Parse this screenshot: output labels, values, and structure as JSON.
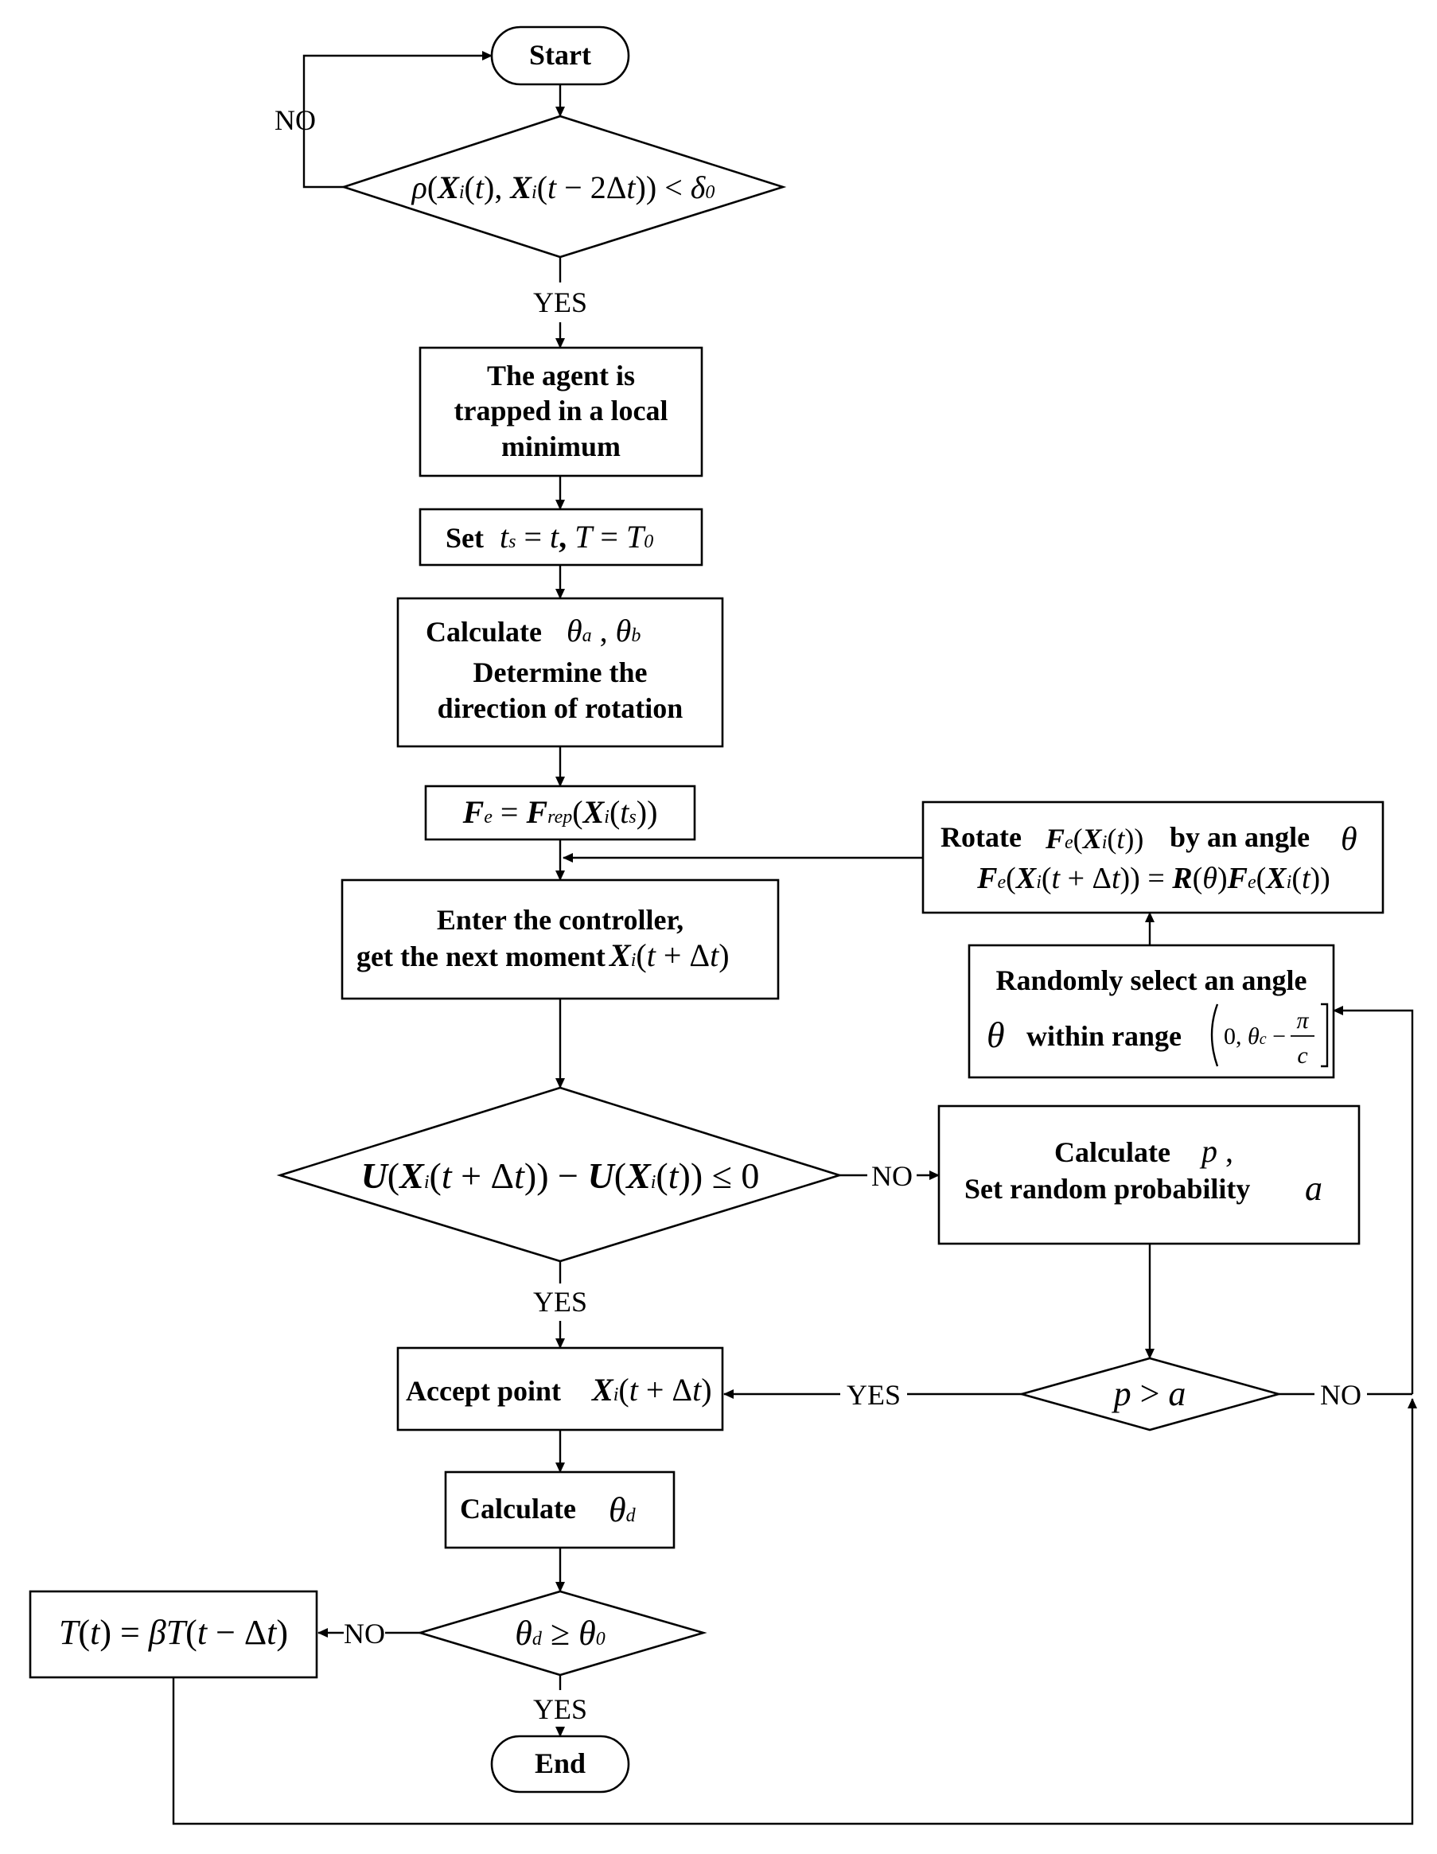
{
  "nodes": {
    "start": "Start",
    "end": "End",
    "trapped": [
      "The agent is",
      "trapped in a local",
      "minimum"
    ],
    "set_ts": "Set",
    "calc_theta_ab": [
      "Calculate",
      "Determine the",
      "direction of rotation"
    ],
    "controller": [
      "Enter the controller,",
      "get the next moment"
    ],
    "accept": "Accept point",
    "calc_theta_d": "Calculate",
    "calc_p": [
      "Calculate",
      "Set random probability"
    ],
    "random_angle": [
      "Randomly select an angle",
      "within range"
    ],
    "rotate": [
      "Rotate",
      "by an angle"
    ]
  },
  "math": {
    "cond_rho": "ρ(Xi(t), Xi(t − 2Δt)) < δ0",
    "set_ts": "ts = t, T = T0",
    "theta_ab": "θa , θb",
    "fe_assign": "Fe = Frep(Xi(ts))",
    "next_moment": "Xi(t + Δt)",
    "cond_u": "U(Xi(t + Δt)) − U(Xi(t)) ≤ 0",
    "accept_point": "Xi(t + Δt)",
    "theta_d": "θd",
    "cond_theta": "θd ≥ θ0",
    "temp_update": "T(t) = βT(t − Δt)",
    "p": "p ,",
    "a": "a",
    "cond_pa": "p > a",
    "theta": "θ",
    "range": "(0, θc − π/c]",
    "rotate_fe": "Fe(Xi(t))",
    "rotate_theta": "θ",
    "rotation_eq": "Fe(Xi(t + Δt)) = R(θ)Fe(Xi(t))"
  },
  "edge_labels": {
    "yes": "YES",
    "no": "NO"
  }
}
